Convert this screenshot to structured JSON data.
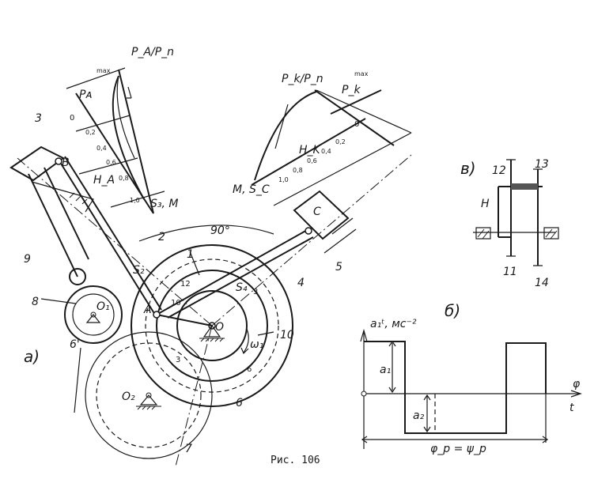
{
  "caption": "Рис. 106",
  "panels": {
    "a": "а)",
    "b": "б)",
    "v": "в)"
  },
  "mechanism_labels": {
    "link_1": "1",
    "link_2": "2",
    "link_3": "3",
    "link_4": "4",
    "link_5": "5",
    "link_6": "6",
    "link_6p": "6'",
    "link_7": "7",
    "link_8": "8",
    "link_9": "9",
    "link_10": "10",
    "point_A": "A",
    "point_B": "B",
    "point_C": "C",
    "point_O": "O",
    "point_O1": "O₁",
    "point_O2": "O₂",
    "omega1": "ω₁",
    "angle_90": "90°",
    "s2": "S₂",
    "s4": "S₄",
    "pos_12": "12",
    "pos_10": "10",
    "pos_3": "3",
    "pos_6": "6",
    "pos_3b": "3"
  },
  "left_diagram": {
    "pa_max": "Pᴀ",
    "max": "max",
    "pa_pn": "P_A/P_n",
    "ha": "H_A",
    "s3m": "S₃, M",
    "zero": "0",
    "scale": [
      "0,2",
      "0,4",
      "0,6",
      "0,8",
      "1,0"
    ]
  },
  "right_diagram": {
    "pk_pn": "P_k/P_n",
    "pk_max": "P_k",
    "max": "max",
    "hk": "H_K",
    "ms5c": "M, S_C",
    "zero": "0",
    "scale": [
      "1,0",
      "0,8",
      "0,6",
      "0,4",
      "0,2"
    ]
  },
  "accel_chart": {
    "y_label": "a₁ᵗ, мс⁻²",
    "a1": "a₁",
    "a2": "a₂",
    "phi": "φ",
    "t": "t",
    "period": "φ_p = ψ_p"
  },
  "gear_diagram": {
    "label_12": "12",
    "label_13": "13",
    "label_H": "H",
    "label_11": "11",
    "label_14": "14"
  }
}
